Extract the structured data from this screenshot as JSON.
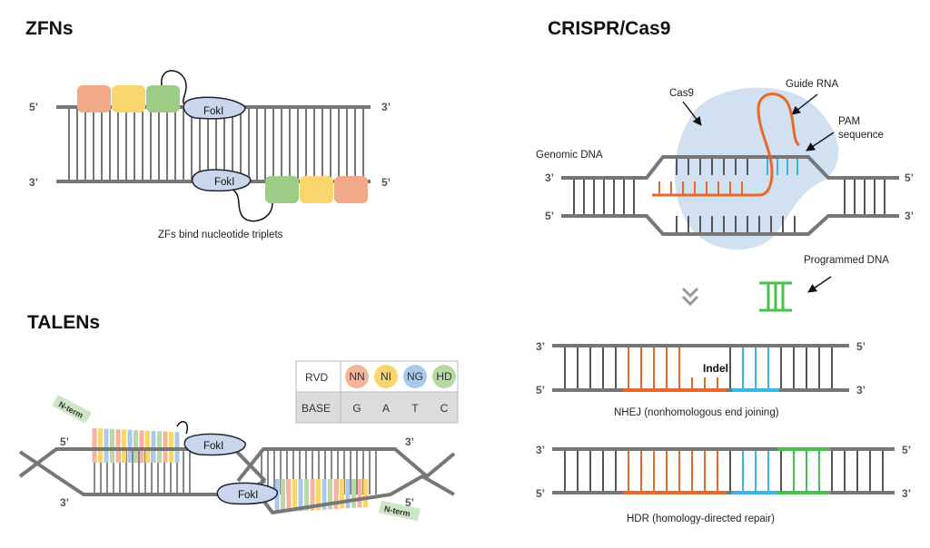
{
  "zfn": {
    "title": "ZFNs",
    "end_top_left": "5’",
    "end_top_right": "3’",
    "end_bottom_left": "3’",
    "end_bottom_right": "5’",
    "enzyme": "FokI",
    "caption": "ZFs bind nucleotide triplets",
    "colors": [
      "#f2a98a",
      "#f9d56e",
      "#9ccc85"
    ]
  },
  "talen": {
    "title": "TALENs",
    "end_left_top": "5’",
    "end_left_bottom": "3’",
    "end_right_top": "3’",
    "end_right_bottom": "5’",
    "enzyme": "FokI",
    "nterm": "N-term",
    "table": {
      "row1_label": "RVD",
      "row2_label": "BASE",
      "rvd": [
        {
          "code": "NN",
          "base": "G",
          "color": "#f5b49b"
        },
        {
          "code": "NI",
          "base": "A",
          "color": "#f9d56e"
        },
        {
          "code": "NG",
          "base": "T",
          "color": "#a9c9ec"
        },
        {
          "code": "HD",
          "base": "C",
          "color": "#b8d9a3"
        }
      ]
    }
  },
  "crispr": {
    "title": "CRISPR/Cas9",
    "cas9": "Cas9",
    "guide_rna": "Guide RNA",
    "pam_line1": "PAM",
    "pam_line2": "sequence",
    "genomic": "Genomic DNA",
    "programmed": "Programmed DNA",
    "end_top_left": "3’",
    "end_top_right": "5’",
    "end_bottom_left": "5’",
    "end_bottom_right": "3’",
    "nhej_caption": "NHEJ (nonhomologous end joining)",
    "hdr_caption": "HDR (homology-directed repair)",
    "indel": "Indel",
    "colors": {
      "rna": "#e8692a",
      "pam": "#3ab6e3",
      "donor": "#47c14a",
      "cas9": "#c9dcf0"
    }
  }
}
